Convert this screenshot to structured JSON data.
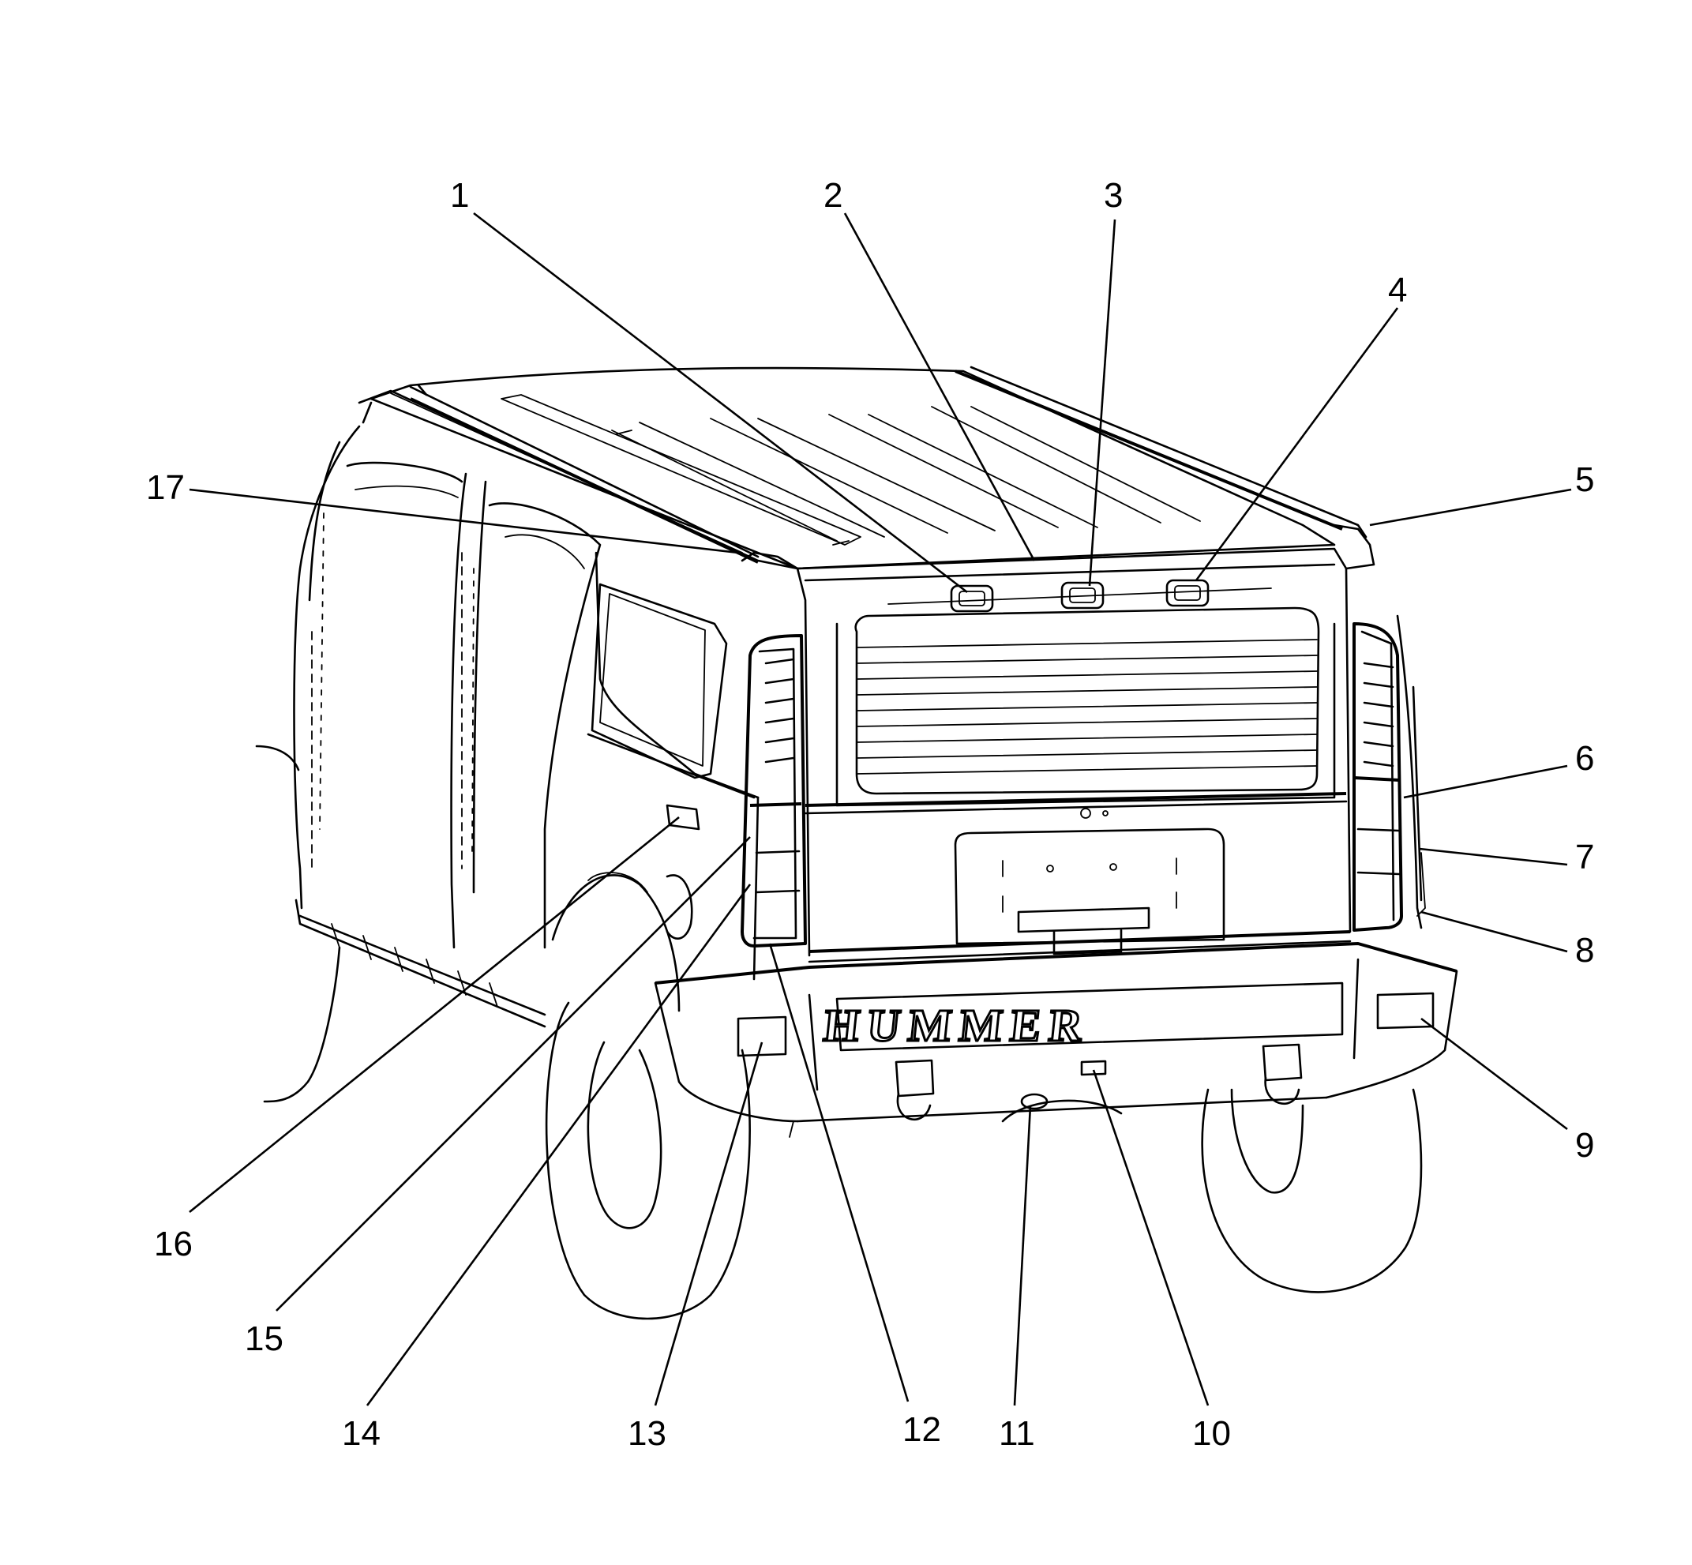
{
  "callouts": [
    {
      "id": 1,
      "label": "1"
    },
    {
      "id": 2,
      "label": "2"
    },
    {
      "id": 3,
      "label": "3"
    },
    {
      "id": 4,
      "label": "4"
    },
    {
      "id": 5,
      "label": "5"
    },
    {
      "id": 6,
      "label": "6"
    },
    {
      "id": 7,
      "label": "7"
    },
    {
      "id": 8,
      "label": "8"
    },
    {
      "id": 9,
      "label": "9"
    },
    {
      "id": 10,
      "label": "10"
    },
    {
      "id": 11,
      "label": "11"
    },
    {
      "id": 12,
      "label": "12"
    },
    {
      "id": 13,
      "label": "13"
    },
    {
      "id": 14,
      "label": "14"
    },
    {
      "id": 15,
      "label": "15"
    },
    {
      "id": 16,
      "label": "16"
    },
    {
      "id": 17,
      "label": "17"
    }
  ],
  "emblem": "HUMMER"
}
